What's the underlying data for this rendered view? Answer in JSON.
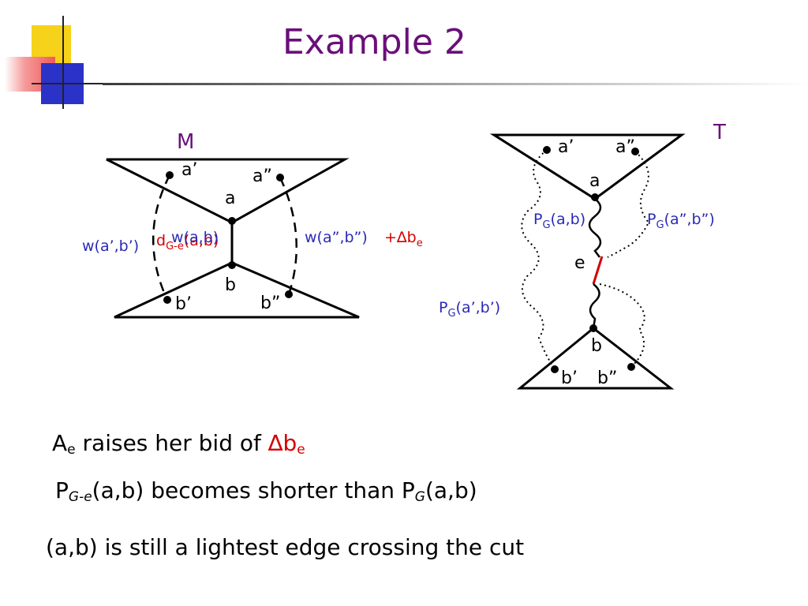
{
  "slide": {
    "title": "Example 2",
    "colors": {
      "title": "#6a0f7a",
      "blue_label": "#2a2ab8",
      "red_label": "#d40000",
      "deco_yellow": "#f6d21a",
      "deco_red": "#f05a5a",
      "deco_blue": "#2b32c8"
    }
  },
  "diagram_m": {
    "title": "M",
    "nodes": {
      "a1": "a’",
      "a2": "a”",
      "a": "a",
      "b": "b",
      "b1": "b’",
      "b2": "b”"
    },
    "label_w_ab1": "w(a’,b’)",
    "label_d_main": "d",
    "label_d_sub": "G-e",
    "label_d_tail": "(a,b)",
    "label_w_ab": "w(a,b)",
    "label_w_ab2": "w(a”,b”)",
    "label_plus_delta": "+∆b",
    "label_plus_delta_sub": "e"
  },
  "diagram_t": {
    "title": "T",
    "nodes": {
      "a1": "a’",
      "a2": "a”",
      "a": "a",
      "e": "e",
      "b": "b",
      "b1": "b’",
      "b2": "b”"
    },
    "pg_main": "P",
    "pg_sub": "G",
    "pg_ab_tail": "(a,b)",
    "pg_a2b2_tail": "(a”,b”)",
    "pg_a1b1_tail": "(a’,b’)"
  },
  "bullets": {
    "b1": {
      "a": "A",
      "a_sub": "e",
      "text": " raises her bid of ",
      "delta": "∆b",
      "delta_sub": "e"
    },
    "b2": {
      "p1": "P",
      "p1_sub": "G-e",
      "text": "(a,b) becomes shorter than P",
      "p2_sub": "G",
      "tail": "(a,b)"
    },
    "b3": {
      "text": "(a,b) is still a lightest edge crossing the cut"
    }
  }
}
